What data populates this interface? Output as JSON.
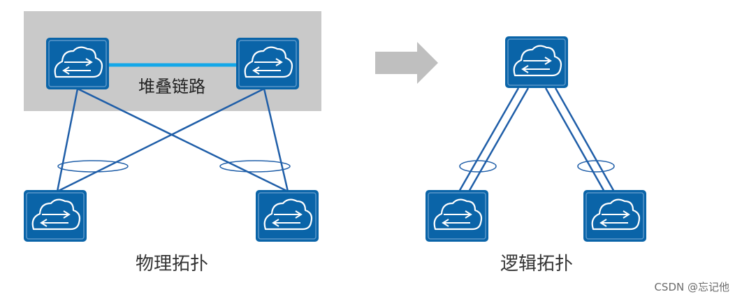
{
  "stack_link_label": "堆叠链路",
  "physical_topology_caption": "物理拓扑",
  "logical_topology_caption": "逻辑拓扑",
  "watermark": "CSDN @忘记他",
  "colors": {
    "switch_fill": "#0a64a8",
    "switch_border": "#5b97c9",
    "link_line": "#1f5ea8",
    "stack_link": "#13a7e8",
    "stack_box": "#c9c9c9",
    "arrow": "#bfbfbf"
  },
  "icons": {
    "switch": "cloud-switch-icon",
    "arrow": "right-arrow-icon"
  }
}
